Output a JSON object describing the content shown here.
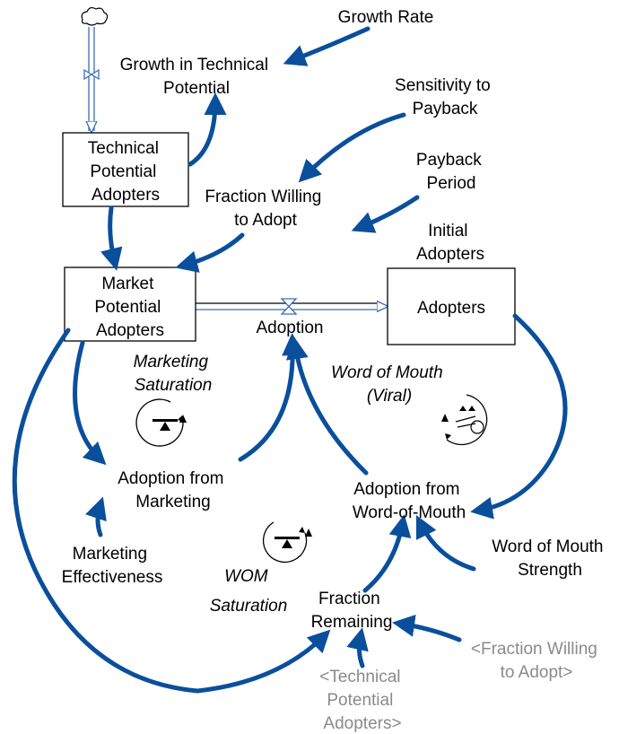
{
  "stocks": {
    "technical_potential": [
      "Technical",
      "Potential",
      "Adopters"
    ],
    "market_potential": [
      "Market",
      "Potential",
      "Adopters"
    ],
    "adopters": [
      "Adopters"
    ]
  },
  "flows": {
    "growth": [
      "Growth in Technical",
      "Potential"
    ],
    "adoption": [
      "Adoption"
    ]
  },
  "variables": {
    "growth_rate": [
      "Growth Rate"
    ],
    "sensitivity": [
      "Sensitivity to",
      "Payback"
    ],
    "payback_period": [
      "Payback",
      "Period"
    ],
    "fraction_willing": [
      "Fraction Willing",
      "to Adopt"
    ],
    "initial_adopters": [
      "Initial",
      "Adopters"
    ],
    "adoption_marketing": [
      "Adoption from",
      "Marketing"
    ],
    "adoption_wom": [
      "Adoption from",
      "Word-of-Mouth"
    ],
    "marketing_effectiveness": [
      "Marketing",
      "Effectiveness"
    ],
    "wom_strength": [
      "Word of Mouth",
      "Strength"
    ],
    "fraction_remaining": [
      "Fraction",
      "Remaining"
    ]
  },
  "shadow_variables": {
    "fraction_willing": [
      "<Fraction Willing",
      "to Adopt>"
    ],
    "technical_potential": [
      "<Technical",
      "Potential",
      "Adopters>"
    ]
  },
  "loops": {
    "marketing_saturation": [
      "Marketing",
      "Saturation"
    ],
    "word_of_mouth": [
      "Word of Mouth",
      "(Viral)"
    ],
    "wom_saturation": [
      "WOM",
      "Saturation"
    ]
  },
  "colors": {
    "link_arrow": "#0a4f9c",
    "flow_pipe": "#3a6db5",
    "shadow_text": "#8a8a8a"
  }
}
